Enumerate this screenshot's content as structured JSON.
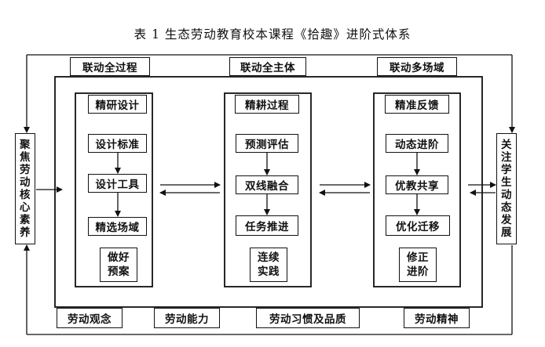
{
  "title": "表 1  生态劳动教育校本课程《拾趣》进阶式体系",
  "top_labels": [
    "联动全过程",
    "联动全主体",
    "联动多场域"
  ],
  "bottom_labels": [
    "劳动观念",
    "劳动能力",
    "劳动习惯及品质",
    "劳动精神"
  ],
  "left_side": "聚焦劳动核心素养",
  "right_side": "关注学生动态发展",
  "columns": [
    {
      "header": "精研设计",
      "steps": [
        "设计标准",
        "设计工具",
        "精选场域"
      ],
      "footer": [
        "做好",
        "预案"
      ]
    },
    {
      "header": "精耕过程",
      "steps": [
        "预测评估",
        "双线融合",
        "任务推进"
      ],
      "footer": [
        "连续",
        "实践"
      ]
    },
    {
      "header": "精准反馈",
      "steps": [
        "动态进阶",
        "优教共享",
        "优化迁移"
      ],
      "footer": [
        "修正",
        "进阶"
      ]
    }
  ],
  "line_color": "#111111"
}
